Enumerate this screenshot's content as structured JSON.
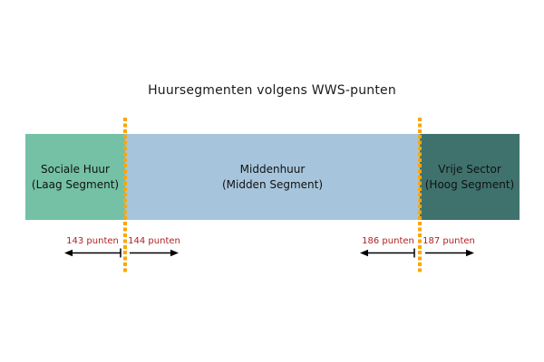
{
  "title": "Huursegmenten volgens WWS-punten",
  "colors": {
    "segment-social": "#74c1a5",
    "segment-midden": "#a6c5dc",
    "segment-vrij": "#3f726d",
    "threshold-line": "#ffa500",
    "annotation-text": "#b22222",
    "arrow": "#000000",
    "label-text": "#111111",
    "background": "#ffffff"
  },
  "segments": [
    {
      "line1": "Sociale Huur",
      "line2": "(Laag Segment)",
      "color": "#74c1a5"
    },
    {
      "line1": "Middenhuur",
      "line2": "(Midden Segment)",
      "color": "#a6c5dc"
    },
    {
      "line1": "Vrije Sector",
      "line2": "(Hoog Segment)",
      "color": "#3f726d"
    }
  ],
  "annotations": [
    {
      "label": "143 punten",
      "direction": "left"
    },
    {
      "label": "144 punten",
      "direction": "right"
    },
    {
      "label": "186 punten",
      "direction": "left"
    },
    {
      "label": "187 punten",
      "direction": "right"
    }
  ],
  "chart_data": {
    "type": "bar",
    "orientation": "horizontal-segmented",
    "title": "Huursegmenten volgens WWS-punten",
    "unit": "punten",
    "segments": [
      {
        "label": "Sociale Huur",
        "sublabel": "(Laag Segment)",
        "color": "#74c1a5"
      },
      {
        "label": "Middenhuur",
        "sublabel": "(Midden Segment)",
        "color": "#a6c5dc"
      },
      {
        "label": "Vrije Sector",
        "sublabel": "(Hoog Segment)",
        "color": "#3f726d"
      }
    ],
    "thresholds": [
      {
        "left_label": "143 punten",
        "right_label": "144 punten",
        "values": [
          143,
          144
        ]
      },
      {
        "left_label": "186 punten",
        "right_label": "187 punten",
        "values": [
          186,
          187
        ]
      }
    ],
    "legend_position": "none",
    "grid": false
  }
}
